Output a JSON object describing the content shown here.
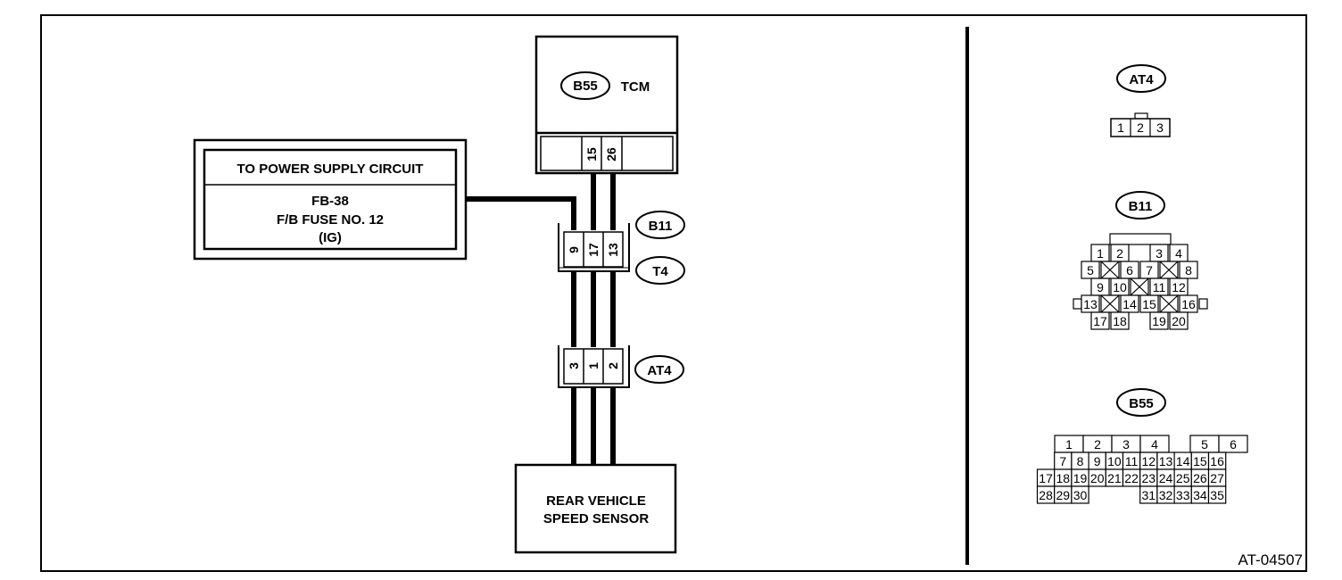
{
  "tcm": {
    "connector": "B55",
    "label": "TCM"
  },
  "power_supply": {
    "title": "TO POWER SUPPLY CIRCUIT",
    "line1": "FB-38",
    "line2": "F/B FUSE NO. 12",
    "line3": "(IG)"
  },
  "tcm_pins": [
    "15",
    "26"
  ],
  "b11_t4": {
    "label_top": "B11",
    "label_bottom": "T4",
    "pins": [
      "9",
      "17",
      "13"
    ]
  },
  "at4_inline": {
    "label": "AT4",
    "pins": [
      "3",
      "1",
      "2"
    ]
  },
  "sensor": {
    "line1": "REAR VEHICLE",
    "line2": "SPEED SENSOR"
  },
  "connectors": {
    "at4": {
      "label": "AT4",
      "pins": [
        "1",
        "2",
        "3"
      ]
    },
    "b11": {
      "label": "B11",
      "row1": [
        "1",
        "2",
        "3",
        "4"
      ],
      "row2": [
        "5",
        "6",
        "7",
        "8"
      ],
      "row3": [
        "9",
        "10",
        "11",
        "12"
      ],
      "row4": [
        "13",
        "14",
        "15",
        "16"
      ],
      "row5": [
        "17",
        "18",
        "19",
        "20"
      ]
    },
    "b55": {
      "label": "B55",
      "row1": [
        "1",
        "2",
        "3",
        "4",
        "5",
        "6"
      ],
      "row2": [
        "7",
        "8",
        "9",
        "10",
        "11",
        "12",
        "13",
        "14",
        "15",
        "16"
      ],
      "row3": [
        "17",
        "18",
        "19",
        "20",
        "21",
        "22",
        "23",
        "24",
        "25",
        "26",
        "27"
      ],
      "row4": [
        "28",
        "29",
        "30",
        "31",
        "32",
        "33",
        "34",
        "35"
      ]
    }
  },
  "figure_id": "AT-04507"
}
